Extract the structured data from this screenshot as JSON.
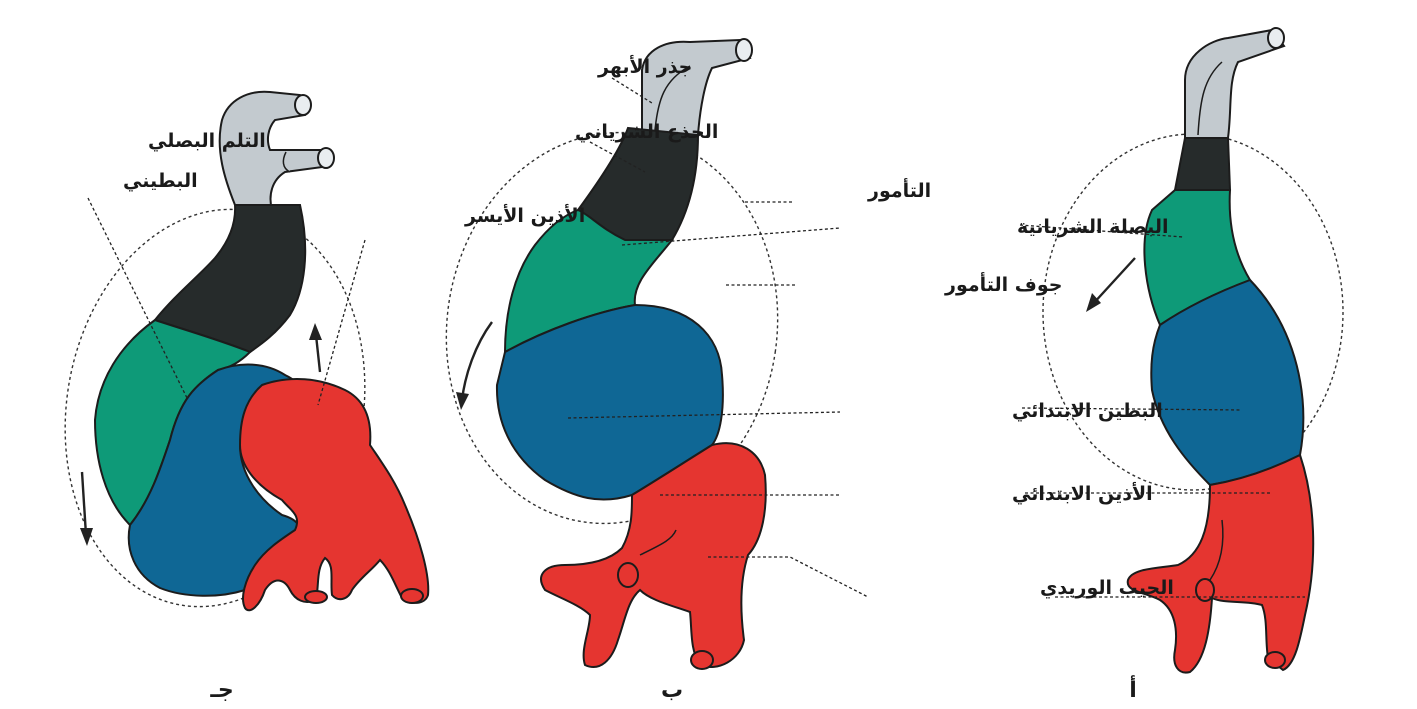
{
  "panels": {
    "a": "أ",
    "b": "ب",
    "c": "جـ"
  },
  "labels": {
    "aortic_roots": "جذر الأبهر",
    "truncus_arteriosus": "الجذع الشرياني",
    "pericardium": "التأمور",
    "bulbus_cordis": "البصلة الشريانية",
    "pericardial_cavity": "جوف التأمور",
    "primitive_ventricle": "البطين الابتدائي",
    "primitive_atrium": "الأذين الابتدائي",
    "sinus_venosus": "الجيب الوريدي",
    "bulboventricular_sulcus_line1": "التلم البصلي",
    "bulboventricular_sulcus_line2": "البطيني",
    "left_atrium": "الأذين الأيسر"
  },
  "colors": {
    "aortic_roots": "#c3cacf",
    "truncus": "#262b2b",
    "bulbus": "#0e9a78",
    "ventricle": "#0f6795",
    "atrium_sinus": "#e53530",
    "outline": "#1c1c1c"
  }
}
